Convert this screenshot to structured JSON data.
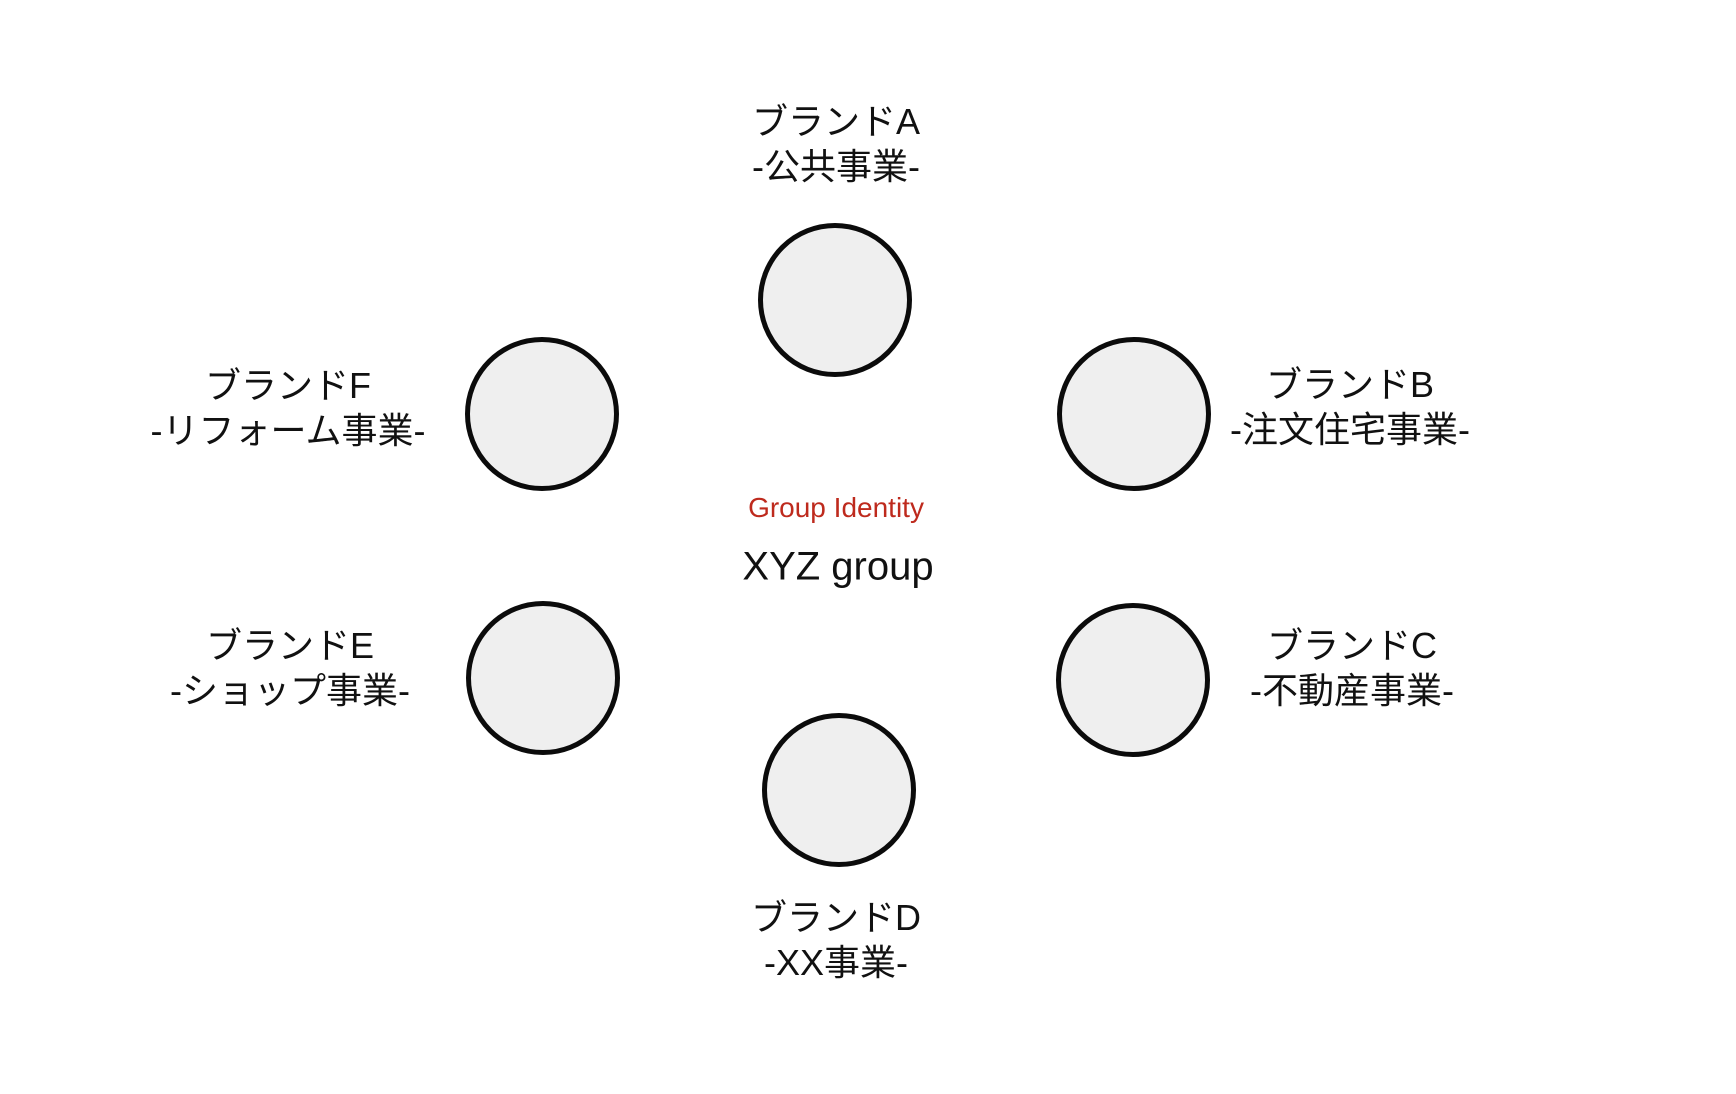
{
  "diagram": {
    "center": {
      "subtitle": "Group Identity",
      "title": "XYZ group",
      "subtitle_color": "#be2a1d",
      "title_color": "#111111"
    },
    "brands": [
      {
        "id": "A",
        "name": "ブランドA",
        "business": "-公共事業-",
        "position": "top"
      },
      {
        "id": "B",
        "name": "ブランドB",
        "business": "-注文住宅事業-",
        "position": "upper-right"
      },
      {
        "id": "C",
        "name": "ブランドC",
        "business": "-不動産事業-",
        "position": "lower-right"
      },
      {
        "id": "D",
        "name": "ブランドD",
        "business": "-XX事業-",
        "position": "bottom"
      },
      {
        "id": "E",
        "name": "ブランドE",
        "business": "-ショップ事業-",
        "position": "lower-left"
      },
      {
        "id": "F",
        "name": "ブランドF",
        "business": "-リフォーム事業-",
        "position": "upper-left"
      }
    ],
    "circle_style": {
      "fill": "#efefef",
      "border": "#0b0b0b"
    }
  }
}
